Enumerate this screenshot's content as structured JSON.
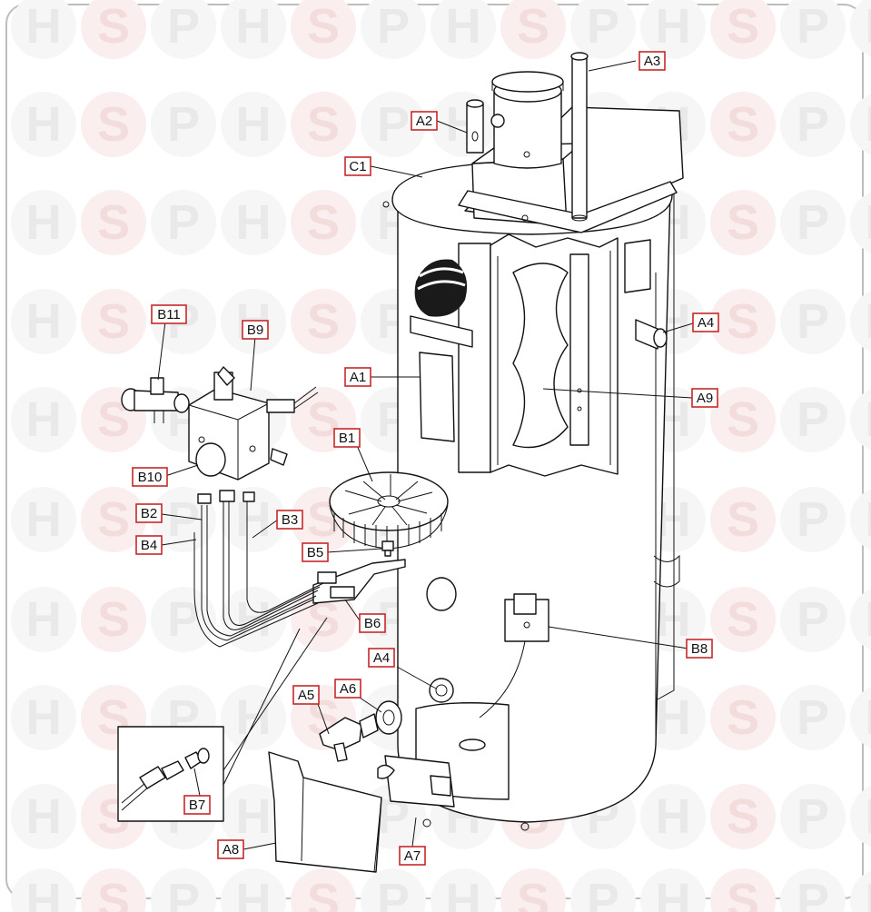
{
  "watermark": {
    "letters": [
      "H",
      "S",
      "P"
    ],
    "color_h": "#e9e9e9",
    "color_s": "#f3dcdc",
    "color_p": "#e9e9e9"
  },
  "callouts": {
    "A1": "A1",
    "A2": "A2",
    "A3": "A3",
    "A4_top": "A4",
    "A4_bottom": "A4",
    "A5": "A5",
    "A6": "A6",
    "A7": "A7",
    "A8": "A8",
    "A9": "A9",
    "B1": "B1",
    "B2": "B2",
    "B3": "B3",
    "B4": "B4",
    "B5": "B5",
    "B6": "B6",
    "B7": "B7",
    "B8": "B8",
    "B9": "B9",
    "B10": "B10",
    "B11": "B11",
    "C1": "C1"
  },
  "colors": {
    "callout_border": "#c62828",
    "line": "#111111",
    "frame": "#bdbdbd"
  }
}
